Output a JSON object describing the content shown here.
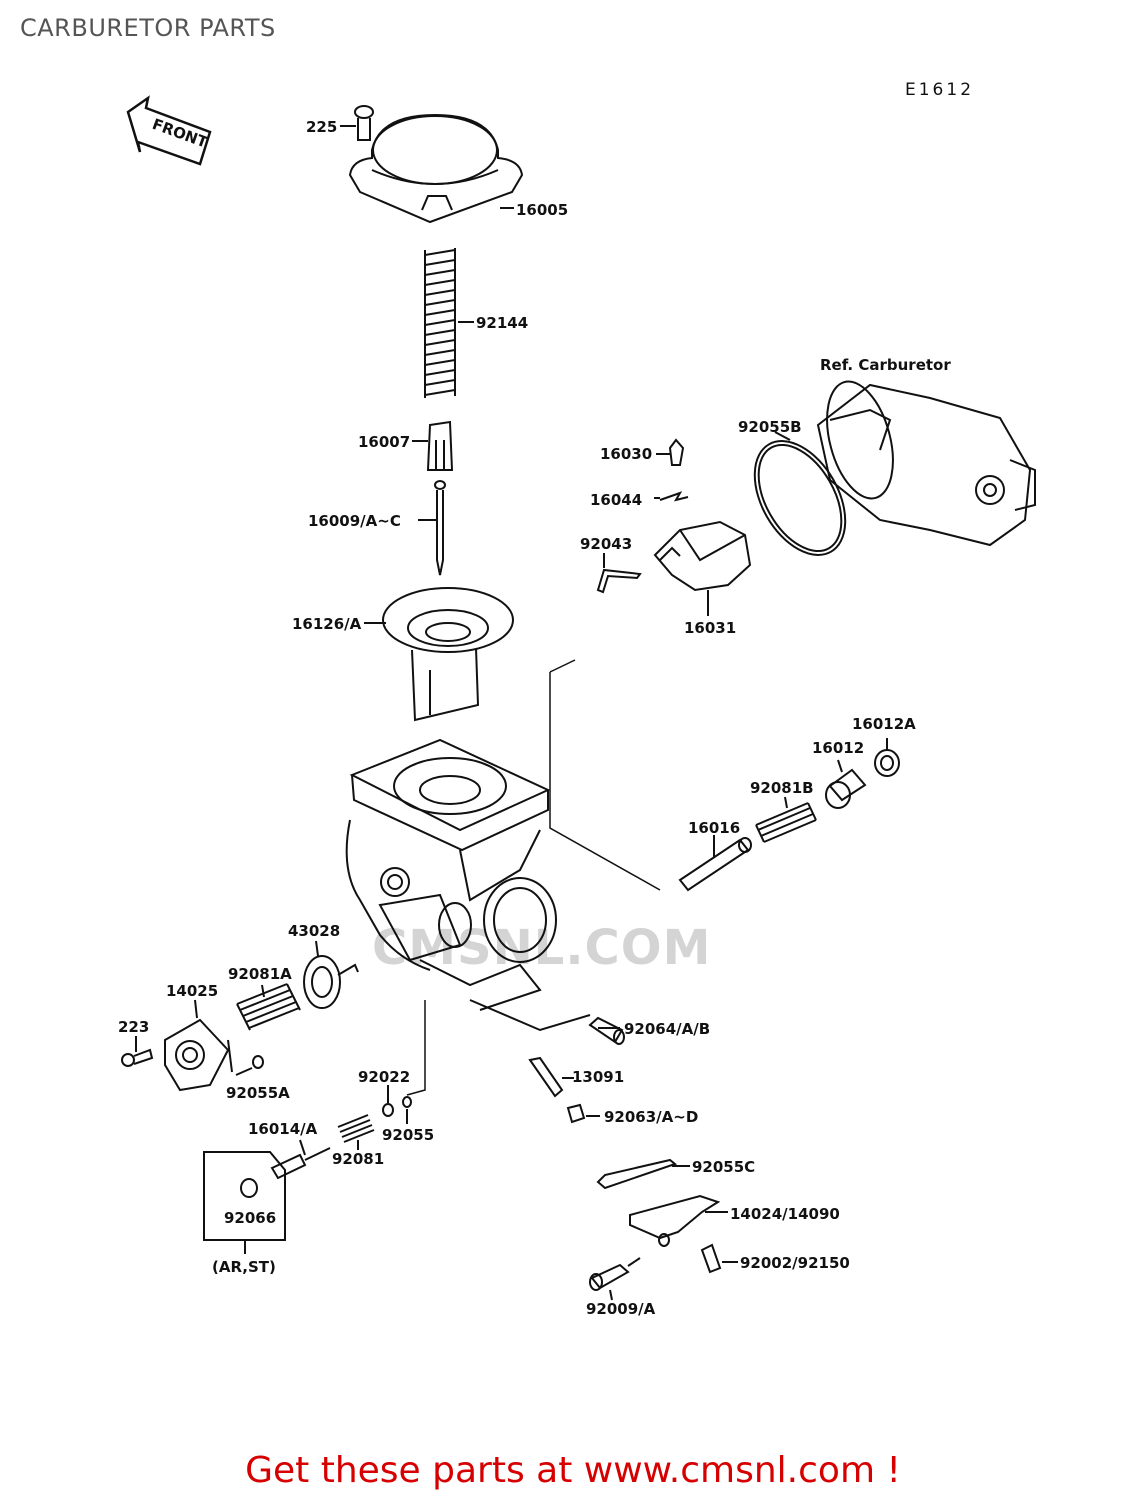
{
  "page": {
    "title": "CARBURETOR PARTS",
    "diagram_code": "E1612",
    "watermark": "CMSNL.COM",
    "footer_text": "Get these parts at www.cmsnl.com !"
  },
  "diagram": {
    "front_label": "FRONT",
    "ref_label": "Ref. Carburetor",
    "parts": {
      "p225": "225",
      "p16005": "16005",
      "p92144": "92144",
      "p16007": "16007",
      "p16009": "16009/A~C",
      "p16126": "16126/A",
      "p16030": "16030",
      "p16044": "16044",
      "p92043": "92043",
      "p16031": "16031",
      "p92055B": "92055B",
      "p16012A": "16012A",
      "p16012": "16012",
      "p92081B": "92081B",
      "p16016": "16016",
      "p43028": "43028",
      "p92081A": "92081A",
      "p14025": "14025",
      "p223": "223",
      "p92055A": "92055A",
      "p92022": "92022",
      "p92055": "92055",
      "p16014": "16014/A",
      "p92081": "92081",
      "p92066": "92066",
      "pARST": "(AR,ST)",
      "p92064": "92064/A/B",
      "p13091": "13091",
      "p92063": "92063/A~D",
      "p92055C": "92055C",
      "p14024": "14024/14090",
      "p92002": "92002/92150",
      "p92009": "92009/A"
    }
  }
}
